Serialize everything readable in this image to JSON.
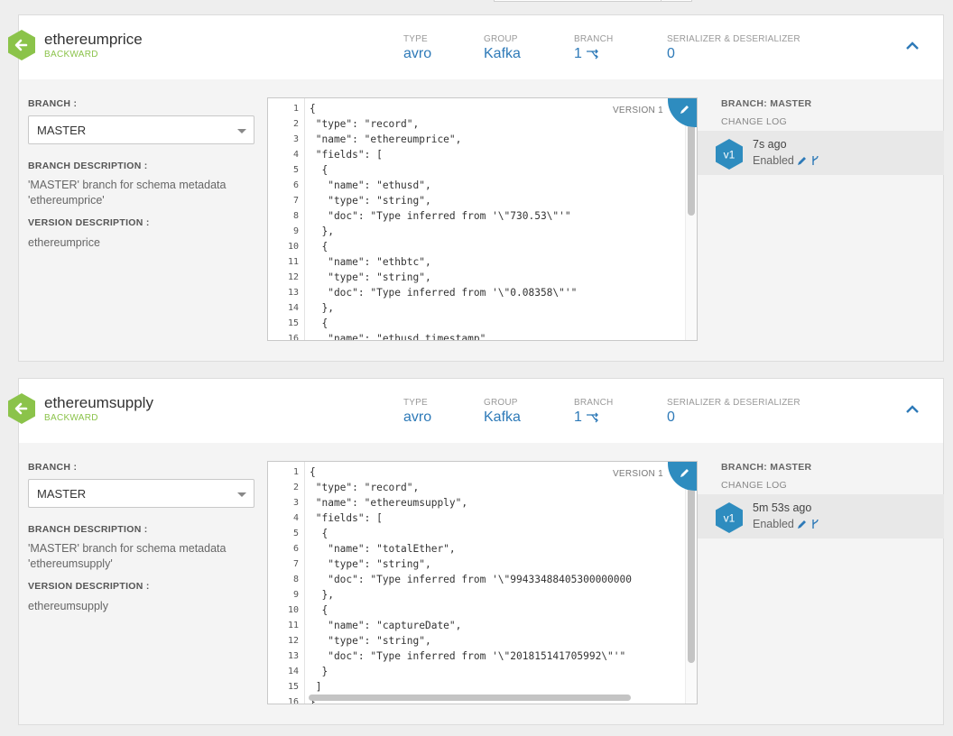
{
  "labels": {
    "type": "TYPE",
    "group": "GROUP",
    "branch": "BRANCH",
    "serde": "SERIALIZER & DESERIALIZER",
    "branch_field": "BRANCH :",
    "branch_description": "BRANCH DESCRIPTION :",
    "version_description": "VERSION DESCRIPTION :",
    "version": "VERSION 1",
    "change_log": "CHANGE LOG"
  },
  "schemas": [
    {
      "name": "ethereumprice",
      "compatibility": "BACKWARD",
      "type": "avro",
      "group": "Kafka",
      "branch_count": "1",
      "serde_count": "0",
      "selected_branch": "MASTER",
      "branch_description": "'MASTER' branch for schema metadata 'ethereumprice'",
      "version_description": "ethereumprice",
      "right_branch": "BRANCH: MASTER",
      "version_badge": "v1",
      "version_time": "7s ago",
      "version_status": "Enabled",
      "line_numbers": [
        "1",
        "2",
        "3",
        "4",
        "5",
        "6",
        "7",
        "8",
        "9",
        "10",
        "11",
        "12",
        "13",
        "14",
        "15",
        "16"
      ],
      "code_lines": [
        "{",
        " \"type\": \"record\",",
        " \"name\": \"ethereumprice\",",
        " \"fields\": [",
        "  {",
        "   \"name\": \"ethusd\",",
        "   \"type\": \"string\",",
        "   \"doc\": \"Type inferred from '\\\"730.53\\\"'\"",
        "  },",
        "  {",
        "   \"name\": \"ethbtc\",",
        "   \"type\": \"string\",",
        "   \"doc\": \"Type inferred from '\\\"0.08358\\\"'\"",
        "  },",
        "  {",
        "   \"name\": \"ethusd_timestamp\","
      ]
    },
    {
      "name": "ethereumsupply",
      "compatibility": "BACKWARD",
      "type": "avro",
      "group": "Kafka",
      "branch_count": "1",
      "serde_count": "0",
      "selected_branch": "MASTER",
      "branch_description": "'MASTER' branch for schema metadata 'ethereumsupply'",
      "version_description": "ethereumsupply",
      "right_branch": "BRANCH: MASTER",
      "version_badge": "v1",
      "version_time": "5m 53s ago",
      "version_status": "Enabled",
      "line_numbers": [
        "1",
        "2",
        "3",
        "4",
        "5",
        "6",
        "7",
        "8",
        "9",
        "10",
        "11",
        "12",
        "13",
        "14",
        "15",
        "16"
      ],
      "code_lines": [
        "{",
        " \"type\": \"record\",",
        " \"name\": \"ethereumsupply\",",
        " \"fields\": [",
        "  {",
        "   \"name\": \"totalEther\",",
        "   \"type\": \"string\",",
        "   \"doc\": \"Type inferred from '\\\"99433488405300000000",
        "  },",
        "  {",
        "   \"name\": \"captureDate\",",
        "   \"type\": \"string\",",
        "   \"doc\": \"Type inferred from '\\\"201815141705992\\\"'\"",
        "  }",
        " ]",
        "}"
      ]
    }
  ],
  "colors": {
    "accent_green": "#8bc34a",
    "accent_blue": "#2e7ab8",
    "badge_blue": "#2e8cbf"
  },
  "icons": [
    "back-arrow-icon",
    "branch-icon",
    "chevron-up-icon",
    "pencil-icon",
    "dropdown-caret-icon",
    "version-hexagon-icon"
  ]
}
